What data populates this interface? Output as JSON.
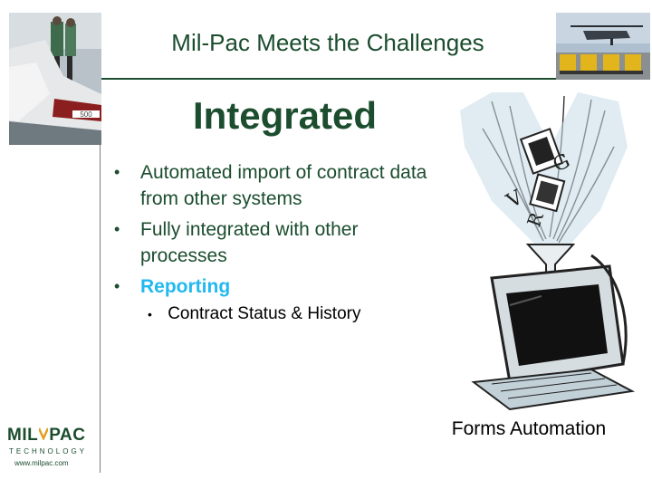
{
  "slide": {
    "title": "Mil-Pac Meets the Challenges",
    "heading": "Integrated",
    "bullets": [
      "Automated import of contract data from other systems",
      "Fully integrated with other processes",
      "Reporting"
    ],
    "sub_bullet": "Contract Status & History",
    "bullet_glyph": "•"
  },
  "clipart": {
    "caption": "Forms Automation",
    "letters": [
      "G",
      "V",
      "R"
    ]
  },
  "logo": {
    "name_left": "MIL",
    "name_right": "PAC",
    "tagline": "TECHNOLOGY",
    "url": "www.milpac.com"
  },
  "colors": {
    "title_green": "#1b4d2e",
    "highlight_blue": "#22b8f0"
  },
  "icons": [
    "aircraft-carrier-photo",
    "helicopter-forklift-photo",
    "computer-forms-clipart",
    "milpac-logo"
  ]
}
